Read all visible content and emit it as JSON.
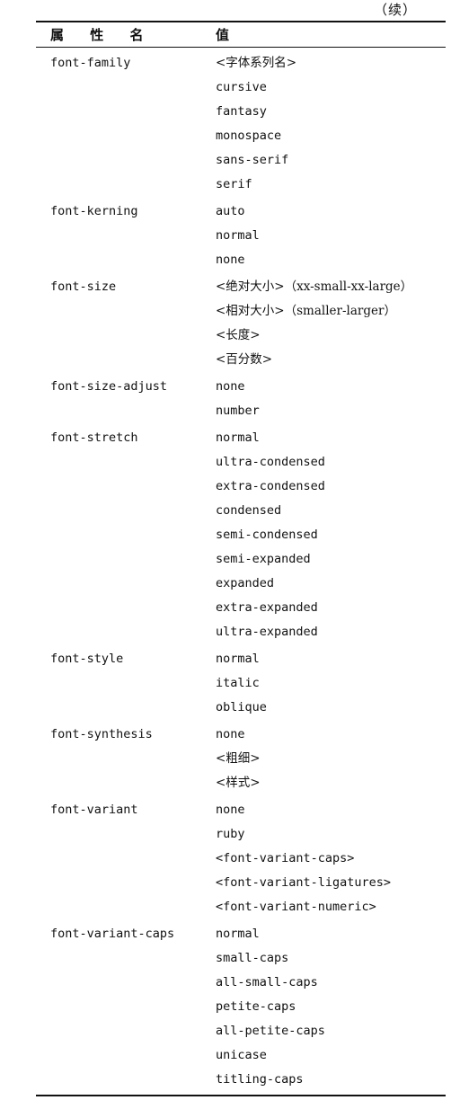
{
  "continued_label": "（续）",
  "header": {
    "name": "属 性 名",
    "value": "值"
  },
  "rows": [
    {
      "name": "font-family",
      "values": [
        "<字体系列名>",
        "cursive",
        "fantasy",
        "monospace",
        "sans-serif",
        "serif"
      ]
    },
    {
      "name": "font-kerning",
      "values": [
        "auto",
        "normal",
        "none"
      ]
    },
    {
      "name": "font-size",
      "values": [
        "<绝对大小>（xx-small-xx-large）",
        "<相对大小>（smaller-larger）",
        "<长度>",
        "<百分数>"
      ]
    },
    {
      "name": "font-size-adjust",
      "values": [
        "none",
        "number"
      ]
    },
    {
      "name": "font-stretch",
      "values": [
        "normal",
        "ultra-condensed",
        "extra-condensed",
        "condensed",
        "semi-condensed",
        "semi-expanded",
        "expanded",
        "extra-expanded",
        "ultra-expanded"
      ]
    },
    {
      "name": "font-style",
      "values": [
        "normal",
        "italic",
        "oblique"
      ]
    },
    {
      "name": "font-synthesis",
      "values": [
        "none",
        "<粗细>",
        "<样式>"
      ]
    },
    {
      "name": "font-variant",
      "values": [
        "none",
        "ruby",
        "<font-variant-caps>",
        "<font-variant-ligatures>",
        "<font-variant-numeric>"
      ]
    },
    {
      "name": "font-variant-caps",
      "values": [
        "normal",
        "small-caps",
        "all-small-caps",
        "petite-caps",
        "all-petite-caps",
        "unicase",
        "titling-caps"
      ]
    }
  ]
}
